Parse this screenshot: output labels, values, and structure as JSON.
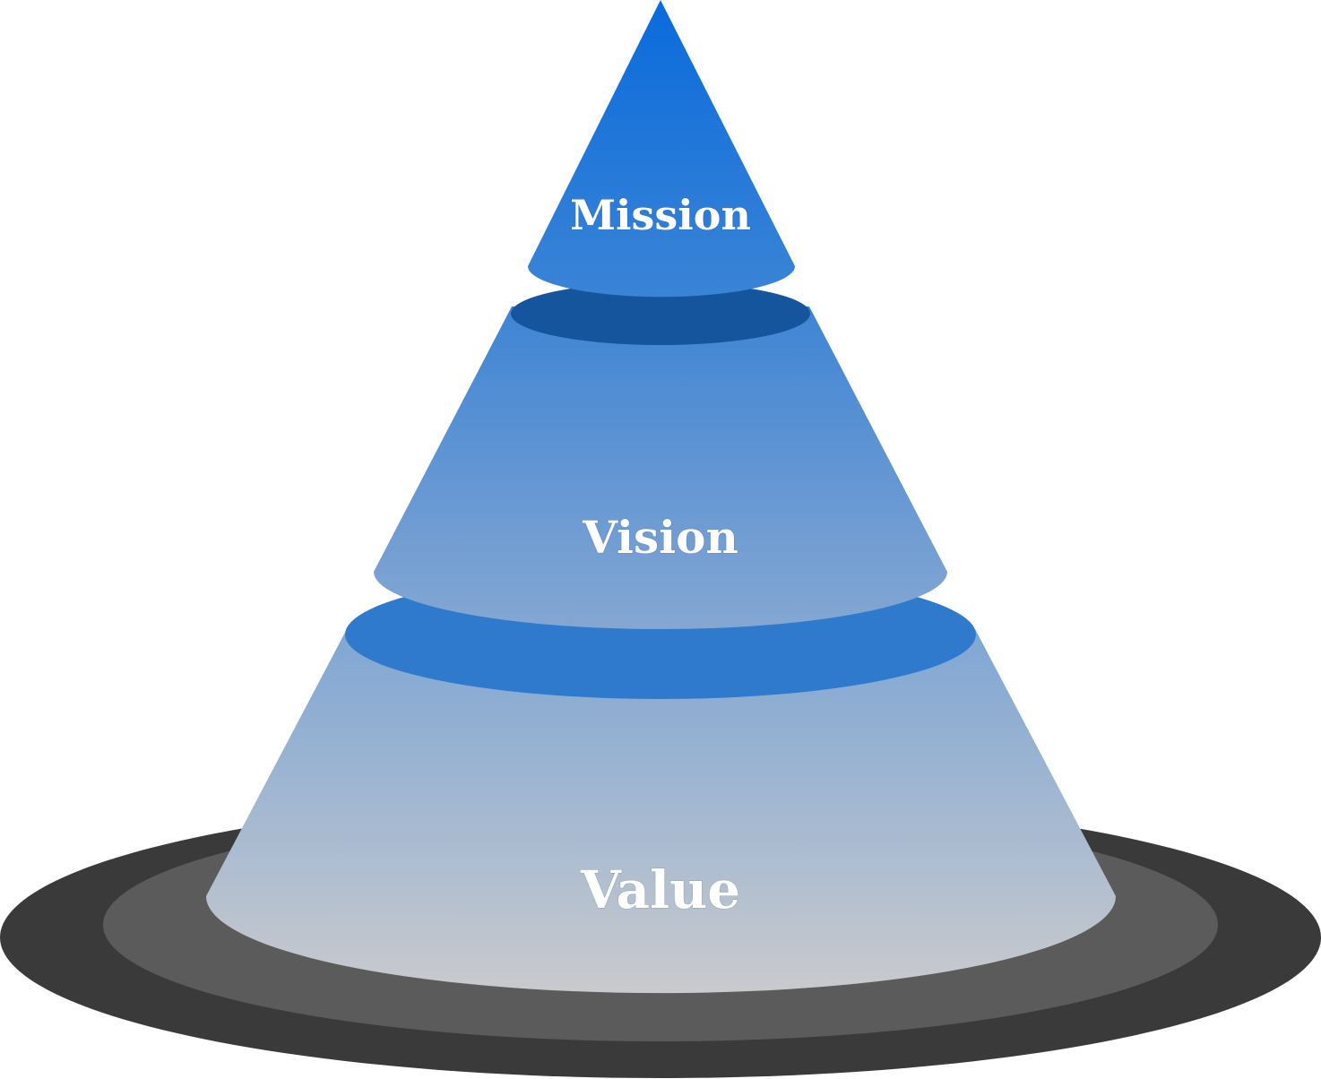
{
  "tiers": [
    {
      "label": "Mission"
    },
    {
      "label": "Vision"
    },
    {
      "label": "Value"
    }
  ],
  "colors": {
    "top_blue": "#0A6BDC",
    "mid_blue": "#4A8AD2",
    "band_blue": "#2F7ACD",
    "dark_band": "#14559E",
    "light_gray": "#C9CACD",
    "base_outer": "#3A3A3A",
    "base_inner": "#5B5B5B"
  }
}
